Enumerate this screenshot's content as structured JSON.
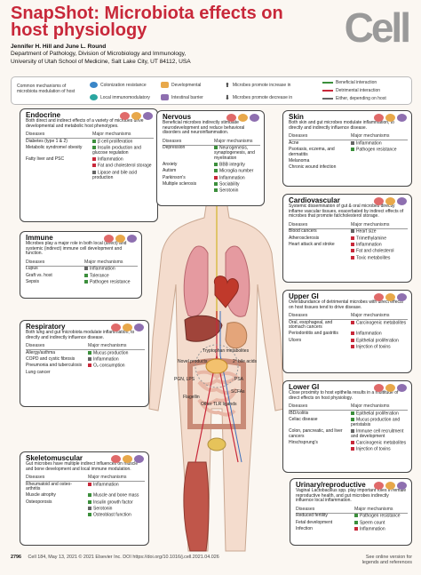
{
  "header": {
    "title": "SnapShot: Microbiota effects on host physiology",
    "authors_line1": "Jennifer H. Hill and June L. Round",
    "authors_line2": "Department of Pathology, Division of Microbiology and Immunology,",
    "authors_line3": "University of Utah School of Medicine, Salt Lake City, UT 84112, USA",
    "logo": "Cell"
  },
  "legend": {
    "title": "Common mechanisms of microbiota modulation of host",
    "items": [
      {
        "label": "Colonization resistance",
        "color": "#3a86c8"
      },
      {
        "label": "Developmental",
        "color": "#e8a84a"
      },
      {
        "label": "Local immunomodulatory",
        "color": "#2aa6a0"
      },
      {
        "label": "Intestinal barrier",
        "color": "#8e6fb0"
      },
      {
        "label": "Microbes promote increase in"
      },
      {
        "label": "Microbes promote decrease in"
      },
      {
        "label": "Beneficial interaction",
        "color": "#3c8f3c"
      },
      {
        "label": "Detrimental interaction",
        "color": "#c8283a"
      },
      {
        "label": "Either, depending on host",
        "color": "#666666"
      }
    ]
  },
  "panels": {
    "endocrine": {
      "title": "Endocrine",
      "desc": "Both direct and indirect effects of a variety of microbes drive developmental and metabolic host phenotypes.",
      "col1": "Diseases",
      "col2": "Major mechanisms",
      "diseases": [
        "Diabetes (type 1 & 2)",
        "Metabolic syndrome/ obesity",
        "Fatty liver and PSC"
      ],
      "mechs": [
        {
          "t": "β cell proliferation",
          "k": "b"
        },
        {
          "t": "Insulin production and glucose regulation",
          "k": "b"
        },
        {
          "t": "Inflammation",
          "k": "d"
        },
        {
          "t": "Fat and cholesterol storage",
          "k": "d"
        },
        {
          "t": "Lipase and bile acid production",
          "k": "e"
        }
      ]
    },
    "nervous": {
      "title": "Nervous",
      "desc": "Beneficial microbes indirectly stimulate neurodevelopment and reduce behavioral disorders and neuroinflammation.",
      "col1": "Diseases",
      "col2": "Major mechanisms",
      "diseases": [
        "Depression",
        "Anxiety",
        "Autism",
        "Parkinson's",
        "Multiple sclerosis"
      ],
      "mechs": [
        {
          "t": "Neurogenesis, synaptogenesis, and myelination",
          "k": "b"
        },
        {
          "t": "BBB integrity",
          "k": "b"
        },
        {
          "t": "Microglia number",
          "k": "b"
        },
        {
          "t": "Inflammation",
          "k": "d"
        },
        {
          "t": "Sociability",
          "k": "b"
        },
        {
          "t": "Serotonin",
          "k": "b"
        }
      ]
    },
    "skin": {
      "title": "Skin",
      "desc": "Both skin and gut microbes modulate inflammation, to directly and indirectly influence disease.",
      "col1": "Diseases",
      "col2": "Major mechanisms",
      "diseases": [
        "Acne",
        "Psoriasis, eczema, and dermatitis",
        "Melanoma",
        "Chronic wound infection"
      ],
      "mechs": [
        {
          "t": "Inflammation",
          "k": "e"
        },
        {
          "t": "Pathogen resistance",
          "k": "b"
        }
      ]
    },
    "immune": {
      "title": "Immune",
      "desc": "Microbes play a major role in both local (direct) and systemic (indirect) immune cell development and function.",
      "col1": "Diseases",
      "col2": "Major mechanisms",
      "diseases": [
        "Lupus",
        "Graft vs. host",
        "Sepsis"
      ],
      "mechs": [
        {
          "t": "Inflammation",
          "k": "e"
        },
        {
          "t": "Tolerance",
          "k": "b"
        },
        {
          "t": "Pathogen resistance",
          "k": "b"
        }
      ]
    },
    "cardio": {
      "title": "Cardiovascular",
      "desc": "Systemic dissemination of gut & oral microbes directly inflame vascular tissues, exacerbated by indirect effects of microbes that promote fat/cholesterol storage.",
      "col1": "Diseases",
      "col2": "Major mechanisms",
      "diseases": [
        "Blood cancers",
        "Atherosclerosis",
        "Heart attack and stroke"
      ],
      "mechs": [
        {
          "t": "Heart size",
          "k": "e"
        },
        {
          "t": "Trimethylamine",
          "k": "d"
        },
        {
          "t": "Inflammation",
          "k": "d"
        },
        {
          "t": "Fat and cholesterol",
          "k": "d"
        },
        {
          "t": "Toxic metabolites",
          "k": "d"
        }
      ]
    },
    "resp": {
      "title": "Respiratory",
      "desc": "Both lung and gut microbiota modulate inflammation, to directly and indirectly influence disease.",
      "col1": "Diseases",
      "col2": "Major mechanisms",
      "diseases": [
        "Allergy/asthma",
        "COPD and cystic fibrosis",
        "Pneumonia and tuberculosis",
        "Lung cancer"
      ],
      "mechs": [
        {
          "t": "Mucus production",
          "k": "b"
        },
        {
          "t": "Inflammation",
          "k": "e"
        },
        {
          "t": "O₂ consumption",
          "k": "d"
        }
      ]
    },
    "upper": {
      "title": "Upper GI",
      "desc": "Overabundance of detrimental microbes with direct effects on host tissues tend to drive disease.",
      "col1": "Diseases",
      "col2": "Major mechanisms",
      "diseases": [
        "Oral, esophageal, and stomach cancers",
        "Periodontitis and gastritis",
        "Ulcers"
      ],
      "mechs": [
        {
          "t": "Carcinogenic metabolites",
          "k": "d"
        },
        {
          "t": "Inflammation",
          "k": "d"
        },
        {
          "t": "Epithelial proliferation",
          "k": "d"
        },
        {
          "t": "Injection of toxins",
          "k": "d"
        }
      ]
    },
    "lower": {
      "title": "Lower GI",
      "desc": "Close proximity to host epithelia results in a multitude of direct effects on host physiology.",
      "col1": "Diseases",
      "col2": "Major mechanisms",
      "diseases": [
        "IBD/colitis",
        "Celiac disease",
        "Colon, pancreatic, and liver cancers",
        "Hirschsprung's"
      ],
      "mechs": [
        {
          "t": "Epithelial proliferation",
          "k": "b"
        },
        {
          "t": "Mucus production and peristalsis",
          "k": "b"
        },
        {
          "t": "Immune cell recruitment and development",
          "k": "e"
        },
        {
          "t": "Carcinogenic metabolites",
          "k": "d"
        },
        {
          "t": "Injection of toxins",
          "k": "d"
        }
      ]
    },
    "skeletal": {
      "title": "Skeletomuscular",
      "desc": "Gut microbes have multiple indirect influences on muscle and bone development and local immune modulation.",
      "col1": "Diseases",
      "col2": "Major mechanisms",
      "diseases": [
        "Rheumatoid and osteo-arthritis",
        "Muscle atrophy",
        "Osteoporosis"
      ],
      "mechs": [
        {
          "t": "Inflammation",
          "k": "d"
        },
        {
          "t": "Muscle and bone mass",
          "k": "b"
        },
        {
          "t": "Insulin growth factor",
          "k": "b"
        },
        {
          "t": "Serotonin",
          "k": "e"
        },
        {
          "t": "Osteoblast function",
          "k": "b"
        }
      ]
    },
    "uro": {
      "title": "Urinary/reproductive",
      "desc": "Vaginal Lactobacillus spp. play important roles in female reproductive health, and gut microbes indirectly influence local inflammation.",
      "col1": "Diseases",
      "col2": "Major mechanisms",
      "diseases": [
        "Reduced fertility",
        "Fetal development",
        "Infection"
      ],
      "mechs": [
        {
          "t": "Pathogen resistance",
          "k": "b"
        },
        {
          "t": "Sperm count",
          "k": "b"
        },
        {
          "t": "Inflammation",
          "k": "d"
        }
      ]
    }
  },
  "callouts": {
    "tryptophan": "Tryptophan metabolites",
    "novel": "Novel products",
    "bile": "2° bile acids",
    "pgn": "PGN, LPS",
    "psa": "PSA",
    "scfa": "SCFAs",
    "flagellin": "Flagellin",
    "other": "Other TLR ligands"
  },
  "footer": {
    "page": "2796",
    "citation": "Cell 184, May 13, 2021 © 2021 Elsevier Inc.   DOI https://doi.org/10.1016/j.cell.2021.04.026",
    "online1": "See online version for",
    "online2": "legends and references"
  }
}
